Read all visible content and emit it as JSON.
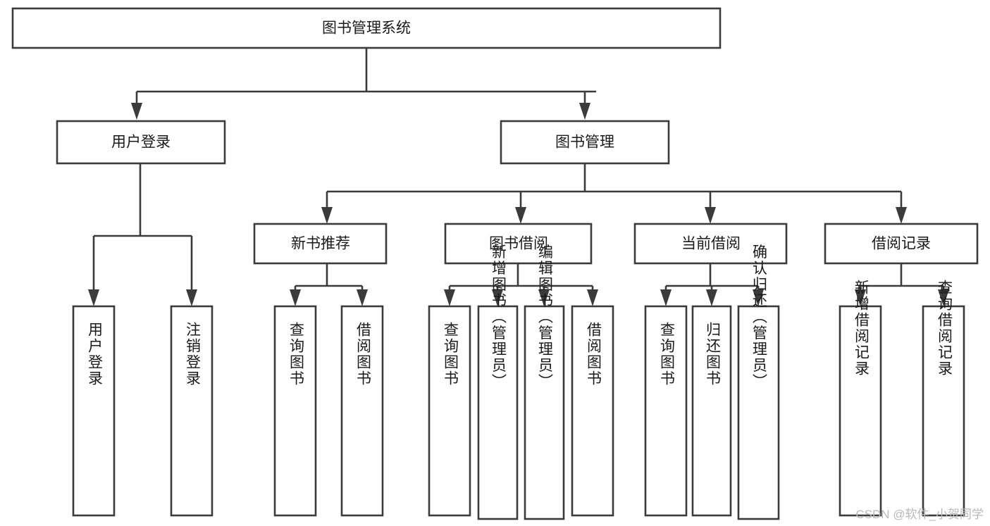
{
  "diagram": {
    "title_node": {
      "label": "图书管理系统"
    },
    "level1": [
      {
        "id": "user-login",
        "label": "用户登录"
      },
      {
        "id": "book-manage",
        "label": "图书管理"
      }
    ],
    "level2": [
      {
        "id": "new-book-recommend",
        "label": "新书推荐",
        "parent": "book-manage"
      },
      {
        "id": "book-borrow",
        "label": "图书借阅",
        "parent": "book-manage"
      },
      {
        "id": "current-borrow",
        "label": "当前借阅",
        "parent": "book-manage"
      },
      {
        "id": "borrow-record",
        "label": "借阅记录",
        "parent": "book-manage"
      }
    ],
    "leaves": [
      {
        "id": "leaf-user-login",
        "label": "用户登录",
        "parent": "user-login"
      },
      {
        "id": "leaf-user-logout",
        "label": "注销登录",
        "parent": "user-login"
      },
      {
        "id": "leaf-query-book-1",
        "label": "查询图书",
        "parent": "new-book-recommend"
      },
      {
        "id": "leaf-borrow-book-1",
        "label": "借阅图书",
        "parent": "new-book-recommend"
      },
      {
        "id": "leaf-query-book-2",
        "label": "查询图书",
        "parent": "book-borrow"
      },
      {
        "id": "leaf-add-book",
        "label": "新增图书（管理员）",
        "parent": "book-borrow"
      },
      {
        "id": "leaf-edit-book",
        "label": "编辑图书（管理员）",
        "parent": "book-borrow"
      },
      {
        "id": "leaf-borrow-book-2",
        "label": "借阅图书",
        "parent": "book-borrow"
      },
      {
        "id": "leaf-query-book-3",
        "label": "查询图书",
        "parent": "current-borrow"
      },
      {
        "id": "leaf-return-book",
        "label": "归还图书",
        "parent": "current-borrow"
      },
      {
        "id": "leaf-confirm-return",
        "label": "确认归还（管理员）",
        "parent": "current-borrow"
      },
      {
        "id": "leaf-add-record",
        "label": "新增借阅记录",
        "parent": "borrow-record"
      },
      {
        "id": "leaf-query-record",
        "label": "查询借阅记录",
        "parent": "borrow-record"
      }
    ],
    "watermark": "CSDN @软件_小贺同学",
    "colors": {
      "stroke": "#3b3b3b",
      "fill": "#ffffff",
      "text": "#1a1a1a",
      "watermark": "#b9b9b9",
      "background": "#ffffff"
    }
  }
}
